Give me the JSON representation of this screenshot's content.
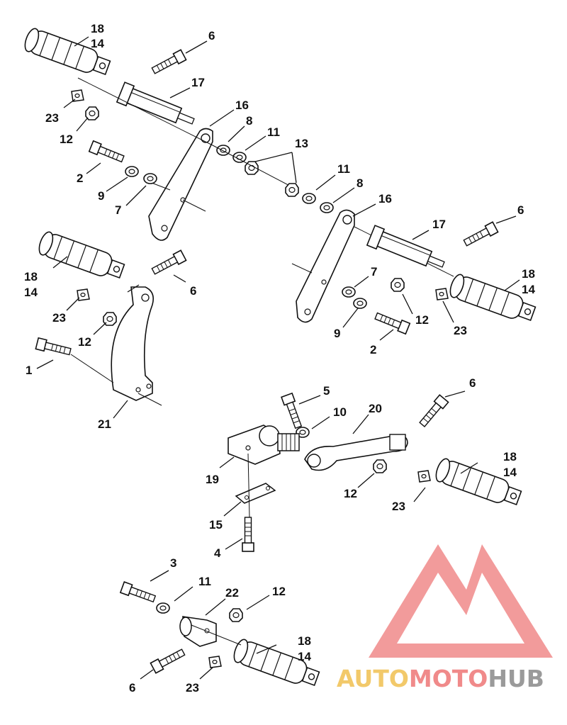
{
  "labels": {
    "grp_a": {
      "l18": "18",
      "l14": "14",
      "l6": "6",
      "l17": "17",
      "l23": "23",
      "l12": "12",
      "l16": "16",
      "l8": "8",
      "l11": "11",
      "l13": "13",
      "l2": "2",
      "l9": "9",
      "l7": "7"
    },
    "grp_b": {
      "l11": "11",
      "l8": "8",
      "l16": "16",
      "l6": "6",
      "l17": "17",
      "l7": "7",
      "l18": "18",
      "l14": "14",
      "l12": "12",
      "l23": "23",
      "l9": "9",
      "l2": "2"
    },
    "grp_c": {
      "l18": "18",
      "l14": "14",
      "l6": "6",
      "l23": "23",
      "l12": "12",
      "l1": "1",
      "l21": "21"
    },
    "grp_d": {
      "l5": "5",
      "l6": "6",
      "l10": "10",
      "l20": "20",
      "l19": "19",
      "l18": "18",
      "l14": "14",
      "l12": "12",
      "l23": "23",
      "l15": "15",
      "l4": "4"
    },
    "grp_e": {
      "l3": "3",
      "l11": "11",
      "l12": "12",
      "l22": "22",
      "l18": "18",
      "l14": "14",
      "l6": "6",
      "l23": "23"
    }
  },
  "watermark": {
    "part1": "AUTO",
    "part2": "MOTO",
    "part3": "HUB",
    "color1": "#f2c96a",
    "color2": "#f08a8a",
    "color3": "#9a9a9a",
    "logo_color": "#f08a8a"
  },
  "colors": {
    "line": "#111111",
    "background": "#ffffff"
  }
}
